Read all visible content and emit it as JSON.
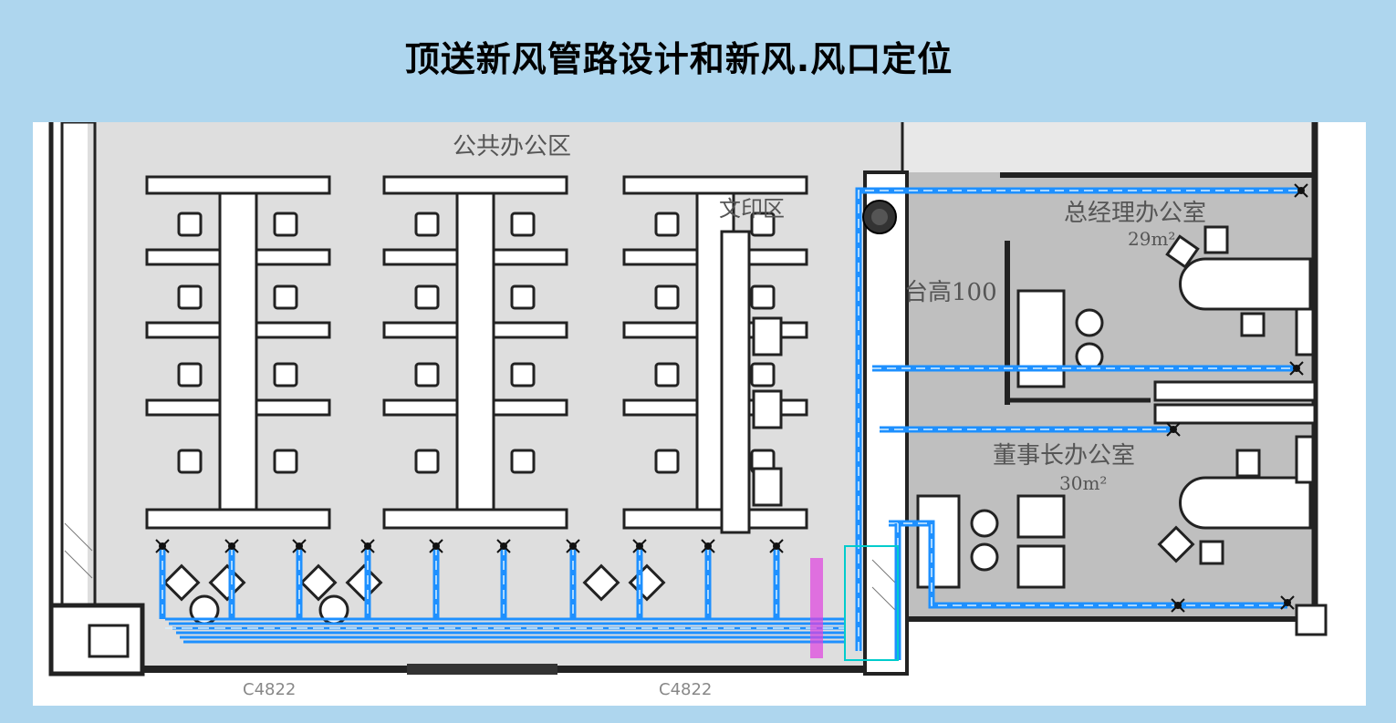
{
  "title": "顶送新风管路设计和新风.风口定位",
  "rooms": {
    "public_office": "公共办公区",
    "reception": "文印区",
    "gm_office": "总经理办公室",
    "gm_area": "29m²",
    "platform": "台高100",
    "chairman_office": "董事长办公室",
    "chairman_area": "30m²"
  },
  "dims": {
    "left": "C4822",
    "right": "C4822"
  },
  "colors": {
    "background": "#aed6ee",
    "duct": "#1e90ff",
    "duct_center": "#d8f0ff",
    "accent": "#e040e0",
    "room_gray": "#bfbfbf",
    "floor_gray": "#dedede"
  }
}
